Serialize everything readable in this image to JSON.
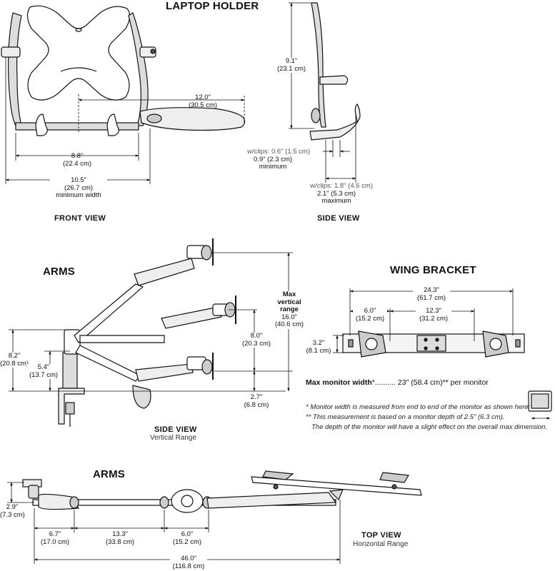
{
  "laptop_holder": {
    "title": "LAPTOP HOLDER",
    "front_view_label": "FRONT VIEW",
    "side_view_label": "SIDE VIEW",
    "dims": {
      "d12": [
        "12.0\"",
        "(30.5 cm)"
      ],
      "d88": [
        "8.8\"",
        "(22.4 cm)"
      ],
      "d105": [
        "10.5\"",
        "(26.7 cm)",
        "minimum width"
      ],
      "d91": [
        "9.1\"",
        "(23.1 cm)"
      ],
      "clips_min": [
        "w/clips: 0.6\" (1.5 cm)",
        "0.9\" (2.3 cm)",
        "minimum"
      ],
      "clips_max": [
        "w/clips: 1.8\" (4.6 cm)",
        "2.1\" (5.3 cm)",
        "maximum"
      ]
    }
  },
  "arms_side": {
    "title": "ARMS",
    "view_label": "SIDE VIEW",
    "view_sub": "Vertical Range",
    "dims": {
      "d82": [
        "8.2\"",
        "(20.8 cm)"
      ],
      "d54": [
        "5.4\"",
        "(13.7 cm)"
      ],
      "max_range": [
        "Max",
        "vertical",
        "range",
        "16.0\"",
        "(40.6 cm)"
      ],
      "d80": [
        "8.0\"",
        "(20.3 cm)"
      ],
      "d27": [
        "2.7\"",
        "(6.8 cm)"
      ]
    }
  },
  "wing_bracket": {
    "title": "WING BRACKET",
    "dims": {
      "d243": [
        "24.3\"",
        "(61.7 cm)"
      ],
      "d60": [
        "6.0\"",
        "(15.2 cm)"
      ],
      "d123": [
        "12.3\"",
        "(31.2 cm)"
      ],
      "d32": [
        "3.2\"",
        "(8.1 cm)"
      ]
    },
    "max_monitor_label": "Max monitor width",
    "max_monitor_value": "*.......... 23\" (58.4 cm)** per monitor",
    "note1": "* Monitor width is measured from end to end of the monitor as shown here:",
    "note2": "** This measurement is based on a monitor depth of 2.5\" (6.3 cm).",
    "note3": "The depth of the monitor will have a slight effect on the overall max dimension."
  },
  "arms_top": {
    "title": "ARMS",
    "view_label": "TOP VIEW",
    "view_sub": "Horizontal Range",
    "dims": {
      "d29": [
        "2.9\"",
        "(7.3 cm)"
      ],
      "d67": [
        "6.7\"",
        "(17.0 cm)"
      ],
      "d133": [
        "13.3\"",
        "(33.8 cm)"
      ],
      "d60": [
        "6.0\"",
        "(15.2 cm)"
      ],
      "d460": [
        "46.0\"",
        "(116.8 cm)"
      ]
    }
  }
}
